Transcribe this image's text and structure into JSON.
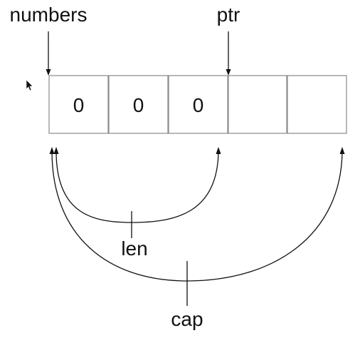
{
  "labels": {
    "numbers": "numbers",
    "ptr": "ptr",
    "len": "len",
    "cap": "cap"
  },
  "cells": [
    {
      "value": "0"
    },
    {
      "value": "0"
    },
    {
      "value": "0"
    },
    {
      "value": ""
    },
    {
      "value": ""
    }
  ],
  "colors": {
    "text": "#111111",
    "cell_border": "#8a8a8a",
    "background": "#ffffff"
  }
}
